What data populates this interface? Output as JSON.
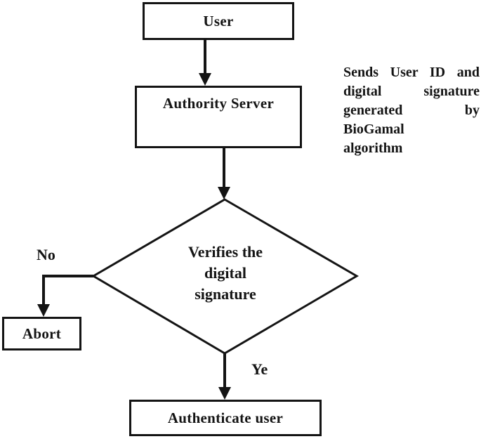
{
  "diagram": {
    "colors": {
      "ink": "#141414",
      "background": "#ffffff"
    },
    "nodes": {
      "user": {
        "label": "User"
      },
      "authority_server": {
        "label": "Authority Server"
      },
      "verify": {
        "lines": [
          "Verifies the",
          "digital",
          "signature"
        ]
      },
      "abort": {
        "label": "Abort"
      },
      "authenticate": {
        "label": "Authenticate user"
      }
    },
    "edges": {
      "no_label": "No",
      "yes_label": "Ye"
    },
    "annotation": {
      "lines": [
        "Sends User ID and",
        "digital signature",
        "generated by",
        "BioGamal",
        "algorithm"
      ]
    }
  }
}
